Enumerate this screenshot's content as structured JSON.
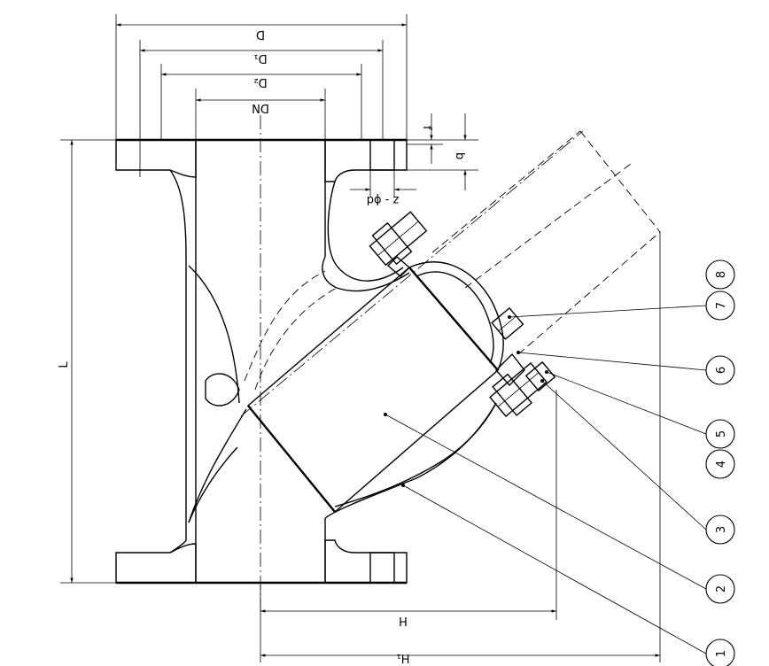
{
  "dimensions": {
    "D": "D",
    "D1": "D₁",
    "D2": "D₂",
    "DN": "DN",
    "f": "f",
    "b": "b",
    "holes": "z - ϕd",
    "L": "L",
    "H": "H",
    "H1": "H₁"
  },
  "balloons": [
    "1",
    "2",
    "3",
    "4",
    "5",
    "6",
    "7",
    "8"
  ],
  "colors": {
    "line": "#000000",
    "background": "#ffffff"
  }
}
